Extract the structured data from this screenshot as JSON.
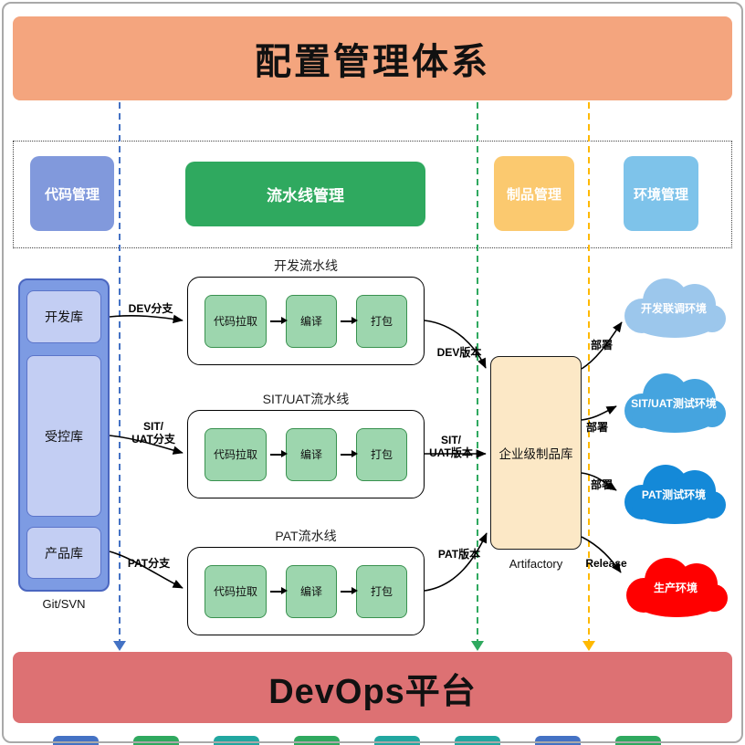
{
  "header": {
    "title": "配置管理体系"
  },
  "footer": {
    "title": "DevOps平台"
  },
  "categories": {
    "code": "代码管理",
    "pipeline": "流水线管理",
    "artifact": "制品管理",
    "environment": "环境管理"
  },
  "source_control": {
    "dev_repo": "开发库",
    "controlled_repo": "受控库",
    "product_repo": "产品库",
    "caption": "Git/SVN"
  },
  "pipelines": [
    {
      "title": "开发流水线",
      "steps": [
        "代码拉取",
        "编译",
        "打包"
      ],
      "branch_label": "DEV分支",
      "version_label": "DEV版本"
    },
    {
      "title": "SIT/UAT流水线",
      "steps": [
        "代码拉取",
        "编译",
        "打包"
      ],
      "branch_label": "SIT/\nUAT分支",
      "version_label": "SIT/\nUAT版本"
    },
    {
      "title": "PAT流水线",
      "steps": [
        "代码拉取",
        "编译",
        "打包"
      ],
      "branch_label": "PAT分支",
      "version_label": "PAT版本"
    }
  ],
  "artifact_repo": {
    "label": "企业级制品库",
    "caption": "Artifactory"
  },
  "environments": [
    {
      "label": "开发联调环境",
      "arrow_label": "部署",
      "color": "#9CC7EC"
    },
    {
      "label": "SIT/UAT测试环境",
      "arrow_label": "部署",
      "color": "#45A4DF"
    },
    {
      "label": "PAT测试环境",
      "arrow_label": "部署",
      "color": "#1489D8"
    },
    {
      "label": "生产环境",
      "arrow_label": "Release",
      "color": "#FF0000"
    }
  ],
  "palette": {
    "top_banner": "#F4A57E",
    "bottom_banner": "#DD7173",
    "code_badge": "#8199DC",
    "pipeline_badge": "#2FA95F",
    "artifact_badge": "#FBC96F",
    "environment_badge": "#7EC3EA",
    "dashed_blue": "#4472C4",
    "dashed_green": "#2FA95F",
    "dashed_orange": "#FFB900"
  }
}
